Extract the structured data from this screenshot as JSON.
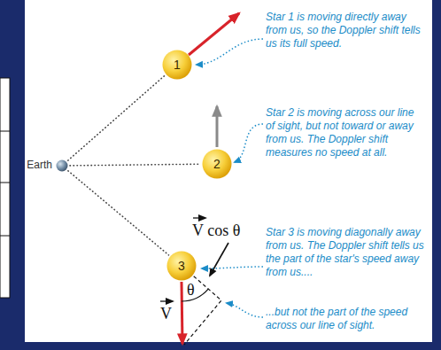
{
  "diagram": {
    "nodes": [
      {
        "text": [
          "1"
        ]
      },
      {
        "text": [
          "Earth"
        ]
      },
      {
        "text": [
          "2"
        ]
      },
      {
        "text": [
          "3"
        ]
      }
    ],
    "edges": [
      {
        "from": 1,
        "to": 0,
        "arrow": "none"
      },
      {
        "from": 1,
        "to": 2,
        "arrow": "none"
      },
      {
        "from": 1,
        "to": 3,
        "arrow": "none"
      }
    ],
    "labels": [
      "Star 1 is moving directly away from us, so the Doppler shift tells us its full speed.",
      "Star 2 is moving across our line of sight, but not toward or away from us. The Doppler shift measures no speed at all.",
      "Star 3 is moving diagonally away from us. The Doppler shift tells us the part of the star's speed away from us....",
      "...but not the part of the speed across our line of sight.",
      "V cos θ",
      "θ",
      "V"
    ]
  }
}
